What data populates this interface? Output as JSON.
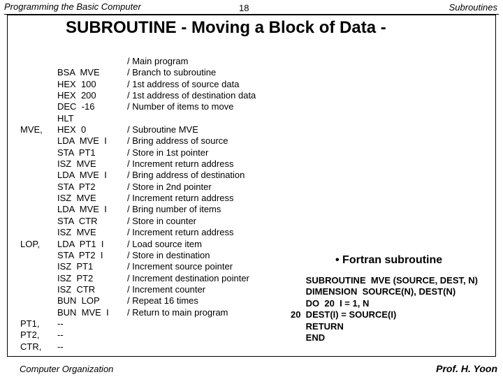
{
  "header": {
    "left": "Programming the Basic Computer",
    "page_number": "18",
    "right": "Subroutines"
  },
  "title": "SUBROUTINE  - Moving a Block of Data -",
  "program": {
    "labels": [
      "",
      "",
      "",
      "",
      "",
      "",
      "MVE,",
      "",
      "",
      "",
      "",
      "",
      "",
      "",
      "",
      "",
      "LOP,",
      "",
      "",
      "",
      "",
      "",
      "",
      "PT1,",
      "PT2,",
      "CTR,"
    ],
    "code": [
      "",
      "BSA  MVE",
      "HEX  100",
      "HEX  200",
      "DEC  -16",
      "HLT",
      "HEX  0",
      "LDA  MVE  I",
      "STA  PT1",
      "ISZ  MVE",
      "LDA  MVE  I",
      "STA  PT2",
      "ISZ  MVE",
      "LDA  MVE  I",
      "STA  CTR",
      "ISZ  MVE",
      "LDA  PT1  I",
      "STA  PT2  I",
      "ISZ  PT1",
      "ISZ  PT2",
      "ISZ  CTR",
      "BUN  LOP",
      "BUN  MVE  I",
      "--",
      "--",
      "--"
    ],
    "comments": [
      "/ Main program",
      "/ Branch to subroutine",
      "/ 1st address of source data",
      "/ 1st address of destination data",
      "/ Number of items to move",
      "",
      "/ Subroutine MVE",
      "/ Bring address of source",
      "/ Store in 1st pointer",
      "/ Increment return address",
      "/ Bring address of destination",
      "/ Store in 2nd pointer",
      "/ Increment return address",
      "/ Bring number of items",
      "/ Store in counter",
      "/ Increment return address",
      "/ Load source item",
      "/ Store in destination",
      "/ Increment source pointer",
      "/ Increment destination pointer",
      "/ Increment counter",
      "/ Repeat 16 times",
      "/ Return to main program",
      "",
      "",
      ""
    ]
  },
  "fortran": {
    "heading": "• Fortran subroutine",
    "lines": [
      "      SUBROUTINE  MVE (SOURCE, DEST, N)",
      "      DIMENSION  SOURCE(N), DEST(N)",
      "      DO  20  I = 1, N",
      "20  DEST(I) = SOURCE(I)",
      "      RETURN",
      "      END"
    ]
  },
  "footer": {
    "left": "Computer Organization",
    "right": "Prof.  H. Yoon"
  }
}
